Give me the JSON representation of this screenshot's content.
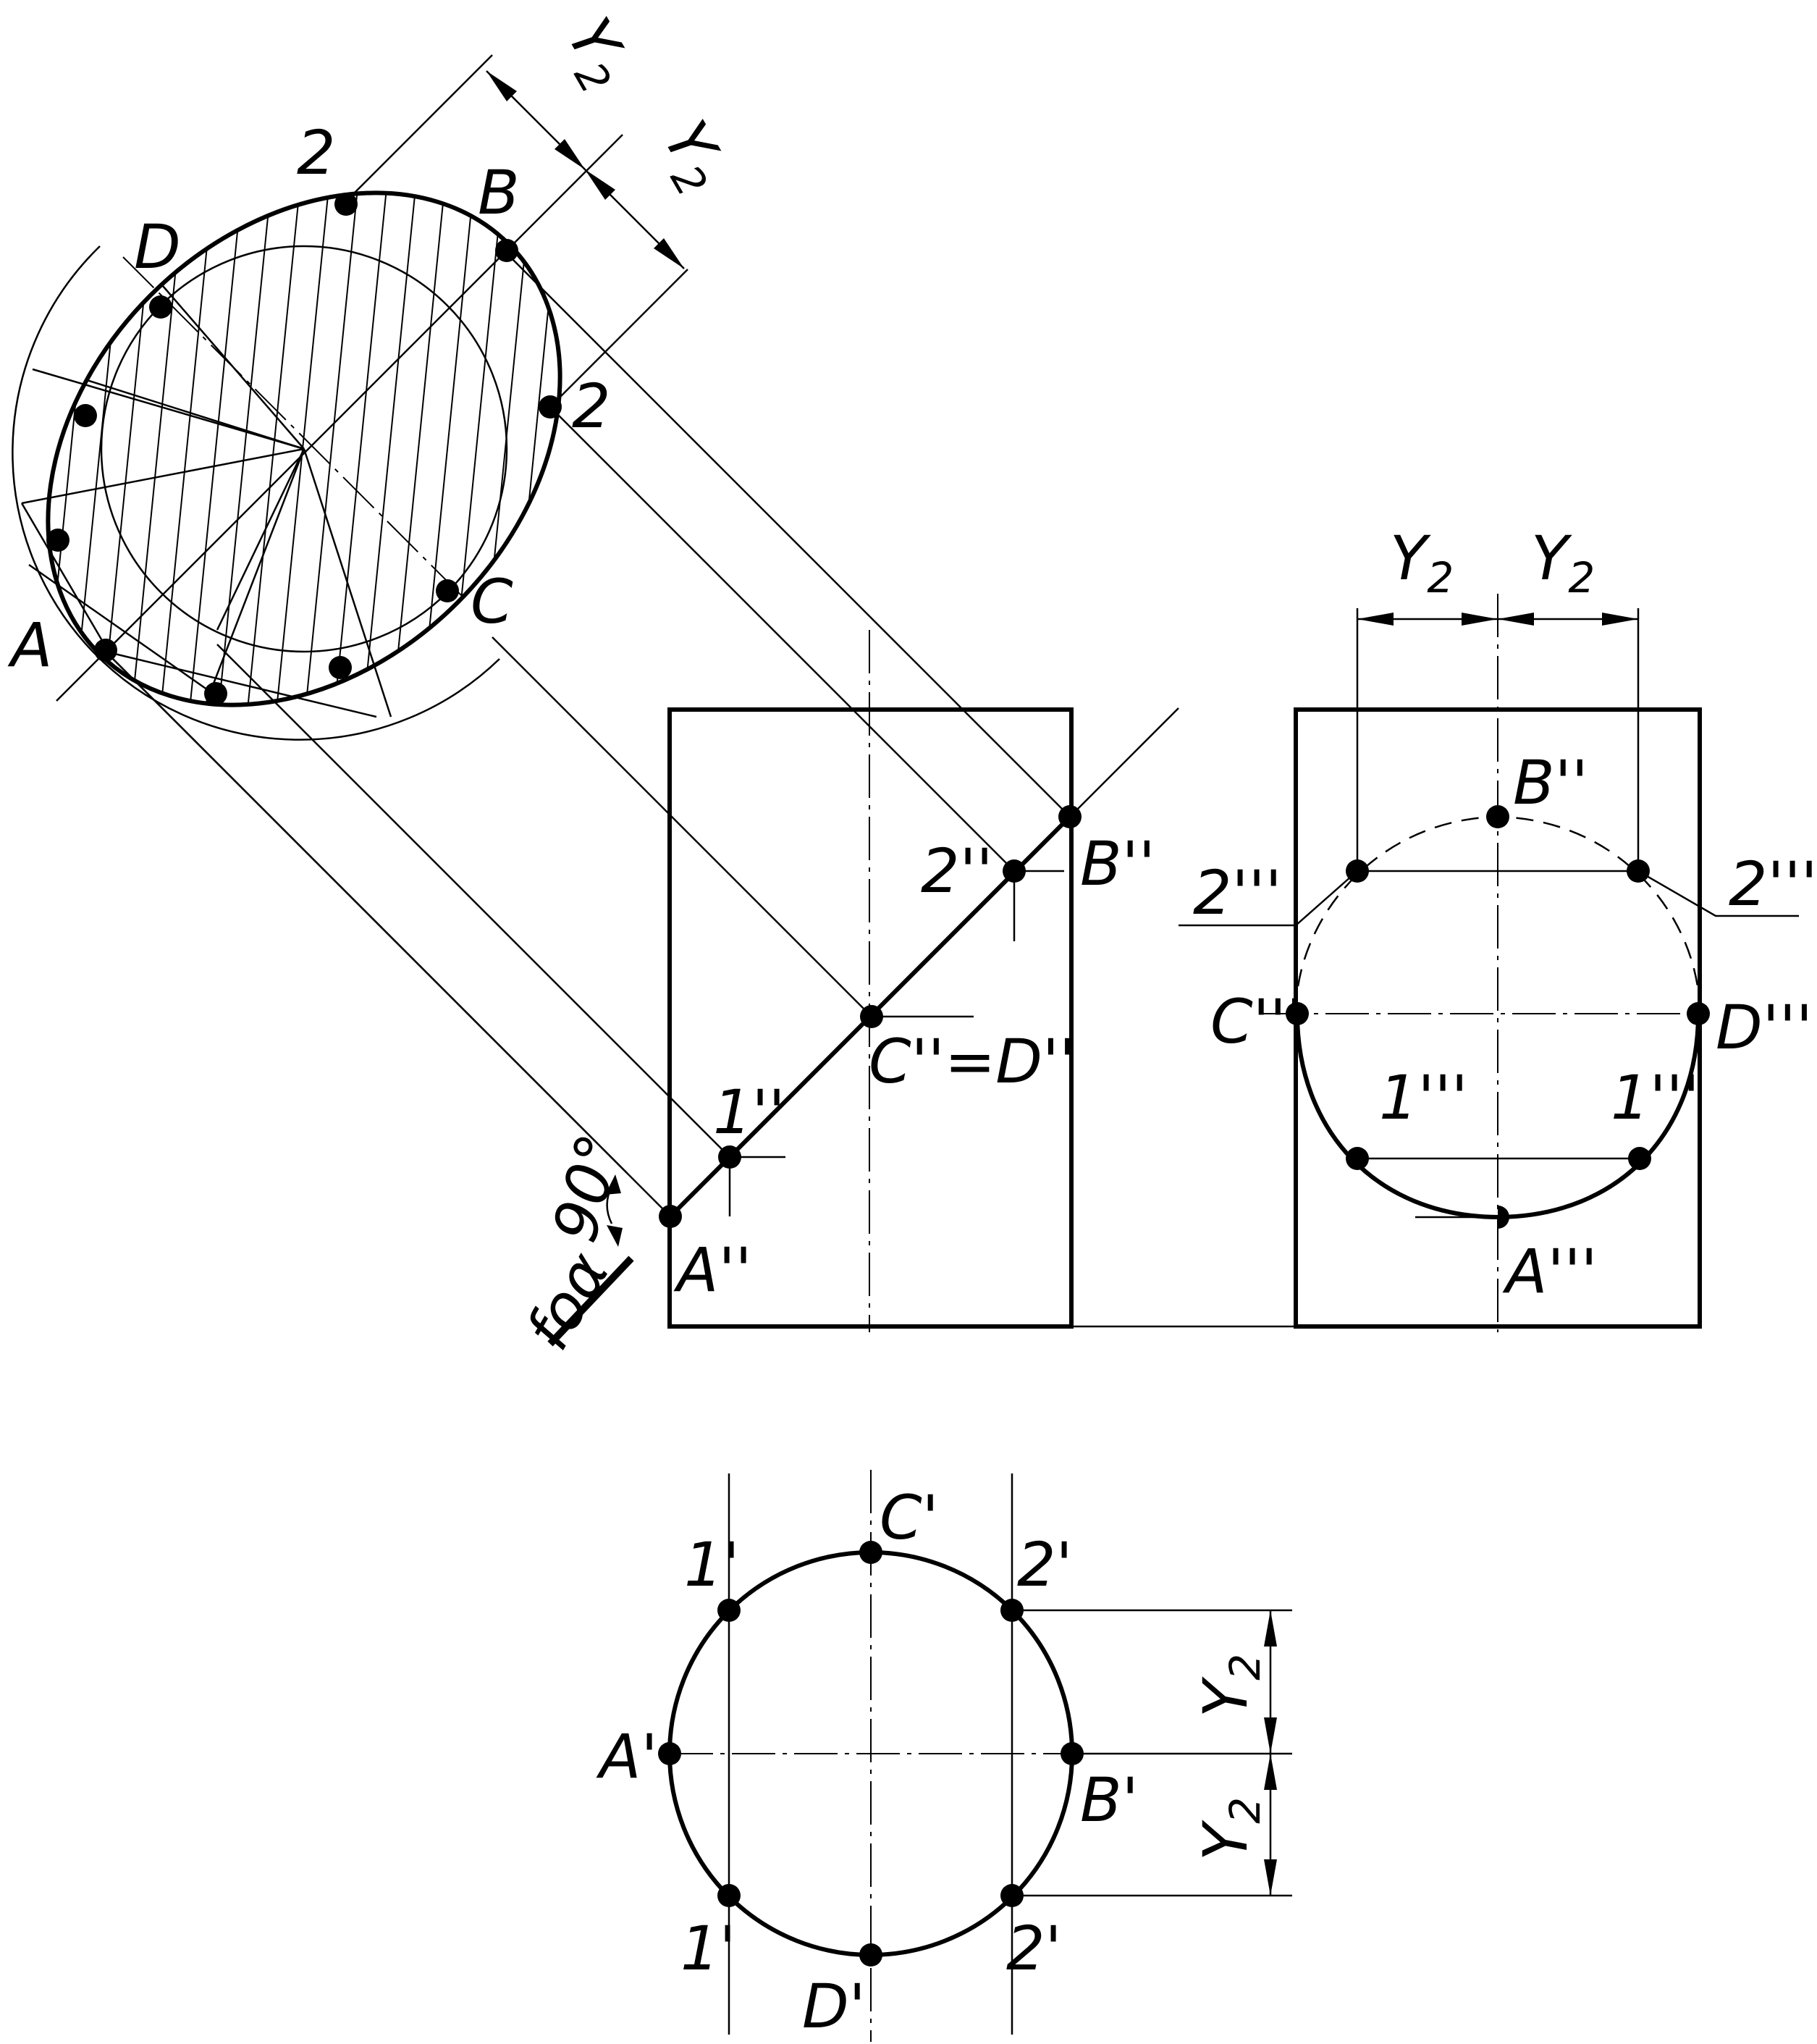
{
  "labels": {
    "nat_2_top": "2",
    "nat_B": "B",
    "nat_D": "D",
    "nat_2_right": "2",
    "nat_C": "C",
    "nat_A": "A",
    "front_B": "B''",
    "front_2": "2''",
    "front_CD": "C''=D''",
    "front_1": "1''",
    "front_A": "A''",
    "angle": "90°",
    "trace": "foα",
    "side_B": "B''",
    "side_2_left": "2'''",
    "side_2_right": "2'''",
    "side_C": "C'''",
    "side_D": "D'''",
    "side_1_left": "1'''",
    "side_1_right": "1'''",
    "side_A": "A'''",
    "top_C": "C'",
    "top_1_upper": "1'",
    "top_2_upper": "2'",
    "top_A": "A'",
    "top_B": "B'",
    "top_1_lower": "1'",
    "top_2_lower": "2'",
    "top_D": "D'"
  },
  "dimensions": {
    "y_letter": "Y",
    "y_index": "2"
  }
}
